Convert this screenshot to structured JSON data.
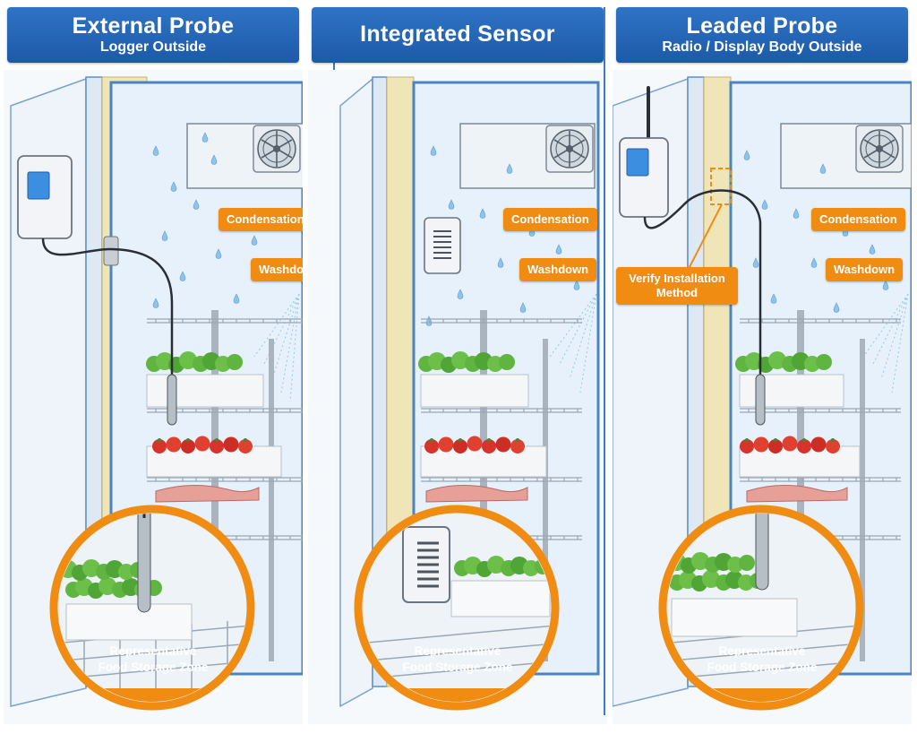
{
  "panels": [
    {
      "title": "External Probe",
      "subtitle": "Logger Outside",
      "callouts": {
        "condensation": "Condensation",
        "washdown": "Washdown"
      },
      "zone_label": "Representative\nFood Storage Zone"
    },
    {
      "title": "Integrated Sensor",
      "subtitle": "",
      "callouts": {
        "condensation": "Condensation",
        "washdown": "Washdown"
      },
      "zone_label": "Representative\nFood Storage Zone"
    },
    {
      "title": "Leaded Probe",
      "subtitle": "Radio / Display Body Outside",
      "callouts": {
        "condensation": "Condensation",
        "washdown": "Washdown",
        "verify": "Verify Installation Method"
      },
      "zone_label": "Representative\nFood Storage Zone"
    }
  ],
  "colors": {
    "banner": "#2f73c5",
    "callout": "#f08c12",
    "frame": "#3f7ac4",
    "cold_room": "#e6f1fb"
  },
  "icons": [
    "fan-icon",
    "water-drop-icon",
    "spray-nozzle-icon",
    "data-logger-icon",
    "antenna-icon",
    "probe-icon",
    "shelf-icon",
    "lettuce-icon",
    "tomato-icon",
    "meat-icon",
    "magnifier-circle-icon"
  ]
}
